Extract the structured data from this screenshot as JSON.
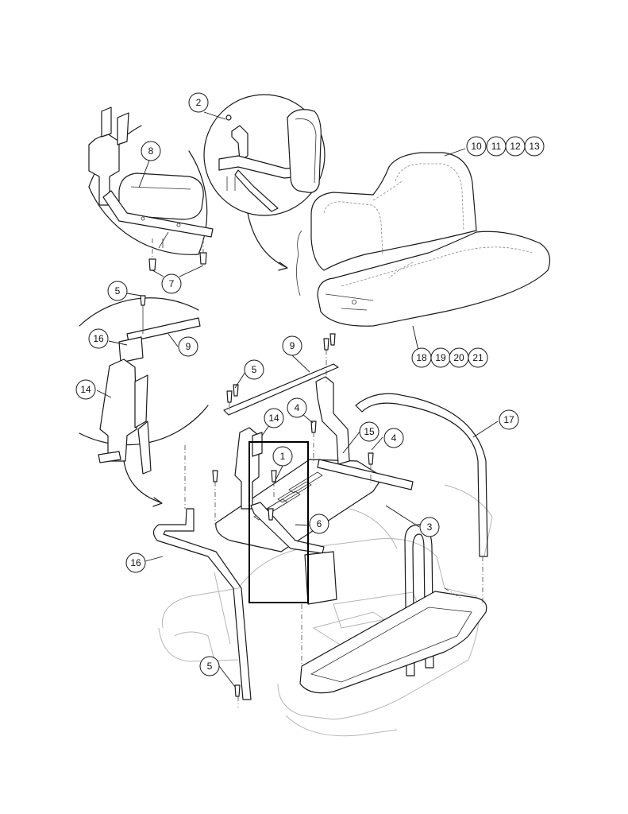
{
  "callouts": {
    "c2": "2",
    "c8": "8",
    "c10": "10",
    "c11": "11",
    "c12": "12",
    "c13": "13",
    "c7": "7",
    "c5_top": "5",
    "c16_inset": "16",
    "c9_inset": "9",
    "c14_inset": "14",
    "c9": "9",
    "c5_mid": "5",
    "c4_left": "4",
    "c14": "14",
    "c15": "15",
    "c4_right": "4",
    "c17": "17",
    "c1": "1",
    "c6": "6",
    "c3": "3",
    "c16": "16",
    "c5_bottom": "5",
    "c18": "18",
    "c19": "19",
    "c20": "20",
    "c21": "21"
  },
  "colors": {
    "ink": "#1a1a1a",
    "ghost": "#b5b5b5",
    "background": "#ffffff"
  }
}
